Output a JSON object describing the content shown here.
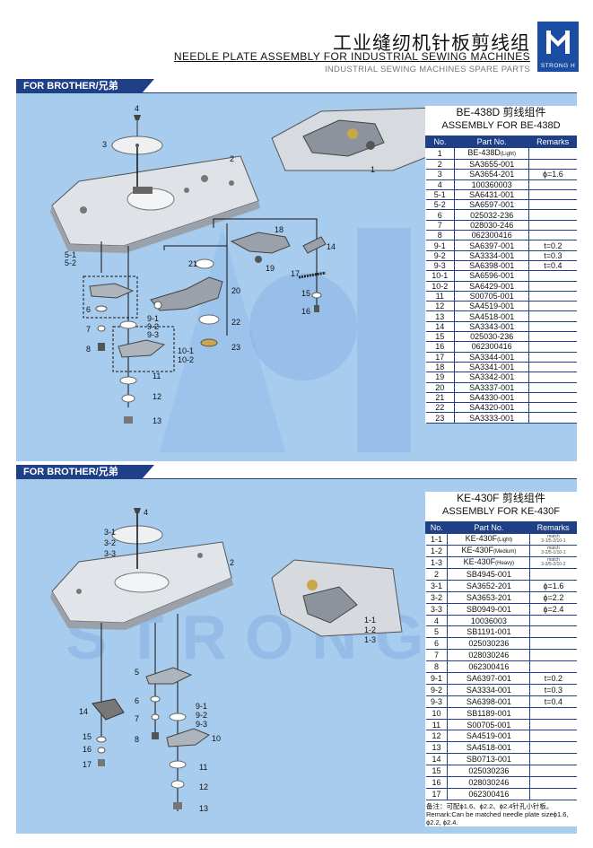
{
  "header": {
    "title_cn": "工业缝纫机针板剪线组",
    "title_en": "NEEDLE PLATE ASSEMBLY FOR INDUSTRIAL SEWING MACHINES",
    "subtitle": "INDUSTRIAL SEWING MACHINES SPARE PARTS",
    "logo_text": "STRONG H"
  },
  "colors": {
    "brand": "#1f3f86",
    "panel": "#a8ccee",
    "logo": "#1b4ea3"
  },
  "watermark": "STRONG H",
  "sections": [
    {
      "brand_label": "FOR BROTHER/兄弟",
      "title_cn": "BE-438D 剪线组件",
      "title_en": "ASSEMBLY FOR BE-438D",
      "columns": [
        "No.",
        "Part No.",
        "Remarks"
      ],
      "rows": [
        {
          "no": "1",
          "part": "BE-438D",
          "part_small": "(Light)",
          "remark": ""
        },
        {
          "no": "2",
          "part": "SA3655-001",
          "remark": ""
        },
        {
          "no": "3",
          "part": "SA3654-201",
          "remark": "ϕ=1.6"
        },
        {
          "no": "4",
          "part": "100360003",
          "remark": ""
        },
        {
          "no": "5-1",
          "part": "SA6431-001",
          "remark": ""
        },
        {
          "no": "5-2",
          "part": "SA6597-001",
          "remark": ""
        },
        {
          "no": "6",
          "part": "025032-236",
          "remark": ""
        },
        {
          "no": "7",
          "part": "028030-246",
          "remark": ""
        },
        {
          "no": "8",
          "part": "062300416",
          "remark": ""
        },
        {
          "no": "9-1",
          "part": "SA6397-001",
          "remark": "t=0.2"
        },
        {
          "no": "9-2",
          "part": "SA3334-001",
          "remark": "t=0.3"
        },
        {
          "no": "9-3",
          "part": "SA6398-001",
          "remark": "t=0.4"
        },
        {
          "no": "10-1",
          "part": "SA6596-001",
          "remark": ""
        },
        {
          "no": "10-2",
          "part": "SA6429-001",
          "remark": ""
        },
        {
          "no": "11",
          "part": "S00705-001",
          "remark": ""
        },
        {
          "no": "12",
          "part": "SA4519-001",
          "remark": ""
        },
        {
          "no": "13",
          "part": "SA4518-001",
          "remark": ""
        },
        {
          "no": "14",
          "part": "SA3343-001",
          "remark": ""
        },
        {
          "no": "15",
          "part": "025030-236",
          "remark": ""
        },
        {
          "no": "16",
          "part": "062300416",
          "remark": ""
        },
        {
          "no": "17",
          "part": "SA3344-001",
          "remark": ""
        },
        {
          "no": "18",
          "part": "SA3341-001",
          "remark": ""
        },
        {
          "no": "19",
          "part": "SA3342-001",
          "remark": ""
        },
        {
          "no": "20",
          "part": "SA3337-001",
          "remark": ""
        },
        {
          "no": "21",
          "part": "SA4330-001",
          "remark": ""
        },
        {
          "no": "22",
          "part": "SA4320-001",
          "remark": ""
        },
        {
          "no": "23",
          "part": "SA3333-001",
          "remark": ""
        }
      ],
      "callouts": [
        "1",
        "2",
        "3",
        "4",
        "5-1",
        "5-2",
        "6",
        "7",
        "8",
        "9-1",
        "9-2",
        "9-3",
        "10-1",
        "10-2",
        "11",
        "12",
        "13",
        "14",
        "15",
        "16",
        "17",
        "18",
        "19",
        "20",
        "21",
        "22",
        "23"
      ]
    },
    {
      "brand_label": "FOR BROTHER/兄弟",
      "title_cn": "KE-430F 剪线组件",
      "title_en": "ASSEMBLY FOR KE-430F",
      "columns": [
        "No.",
        "Part No.",
        "Remarks"
      ],
      "rows": [
        {
          "no": "1-1",
          "part": "KE-430F",
          "part_small": "(Light)",
          "remark": "",
          "remark_small": [
            "match",
            "3-1/5-2/10-1"
          ]
        },
        {
          "no": "1-2",
          "part": "KE-430F",
          "part_small": "(Medium)",
          "remark": "",
          "remark_small": [
            "match",
            "3-2/5-1/10-1"
          ]
        },
        {
          "no": "1-3",
          "part": "KE-430F",
          "part_small": "(Heavy)",
          "remark": "",
          "remark_small": [
            "match",
            "3-3/5-2/10-2"
          ]
        },
        {
          "no": "2",
          "part": "SB4945-001",
          "remark": ""
        },
        {
          "no": "3-1",
          "part": "SA3652-201",
          "remark": "ϕ=1.6"
        },
        {
          "no": "3-2",
          "part": "SA3653-201",
          "remark": "ϕ=2.2"
        },
        {
          "no": "3-3",
          "part": "SB0949-001",
          "remark": "ϕ=2.4"
        },
        {
          "no": "4",
          "part": "10036003",
          "remark": ""
        },
        {
          "no": "5",
          "part": "SB1191-001",
          "remark": ""
        },
        {
          "no": "6",
          "part": "025030236",
          "remark": ""
        },
        {
          "no": "7",
          "part": "028030246",
          "remark": ""
        },
        {
          "no": "8",
          "part": "062300416",
          "remark": ""
        },
        {
          "no": "9-1",
          "part": "SA6397-001",
          "remark": "t=0.2"
        },
        {
          "no": "9-2",
          "part": "SA3334-001",
          "remark": "t=0.3"
        },
        {
          "no": "9-3",
          "part": "SA6398-001",
          "remark": "t=0.4"
        },
        {
          "no": "10",
          "part": "SB1189-001",
          "remark": ""
        },
        {
          "no": "11",
          "part": "S00705-001",
          "remark": ""
        },
        {
          "no": "12",
          "part": "SA4519-001",
          "remark": ""
        },
        {
          "no": "13",
          "part": "SA4518-001",
          "remark": ""
        },
        {
          "no": "14",
          "part": "SB0713-001",
          "remark": ""
        },
        {
          "no": "15",
          "part": "025030236",
          "remark": ""
        },
        {
          "no": "16",
          "part": "028030246",
          "remark": ""
        },
        {
          "no": "17",
          "part": "062300416",
          "remark": ""
        }
      ],
      "remark_cn": "备注：可配ϕ1.6、ϕ2.2、ϕ2.4针孔小针板。",
      "remark_en": "Remark:Can be matched needle plate sizeϕ1.6, ϕ2.2, ϕ2.4.",
      "callouts": [
        "1-1",
        "1-2",
        "1-3",
        "2",
        "3-1",
        "3-2",
        "3-3",
        "4",
        "5",
        "6",
        "7",
        "8",
        "9-1",
        "9-2",
        "9-3",
        "10",
        "11",
        "12",
        "13",
        "14",
        "15",
        "16",
        "17"
      ]
    }
  ]
}
